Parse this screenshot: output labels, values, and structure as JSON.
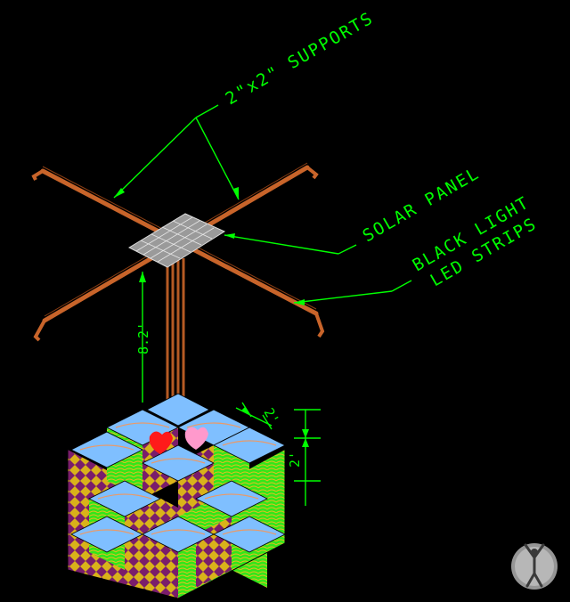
{
  "labels": {
    "supports": "2\"x2\" SUPPORTS",
    "solar_panel": "SOLAR PANEL",
    "led_line1": "BLACK LIGHT",
    "led_line2": "LED STRIPS",
    "height": "8.2'",
    "cube_width": "2'",
    "cube_height": "2'"
  },
  "colors": {
    "background": "#000000",
    "annotation": "#00ff00",
    "beam": "#c8642a",
    "panel": "#9a9a9a",
    "top_face": "#7fbfff",
    "side_green": "#33e61a",
    "side_purple": "#7a1d6b",
    "side_yellow": "#d9b21a",
    "heart_red": "#ff1a1a",
    "heart_pink": "#ff99cc"
  },
  "watermark_icon": "person-in-circle-icon"
}
